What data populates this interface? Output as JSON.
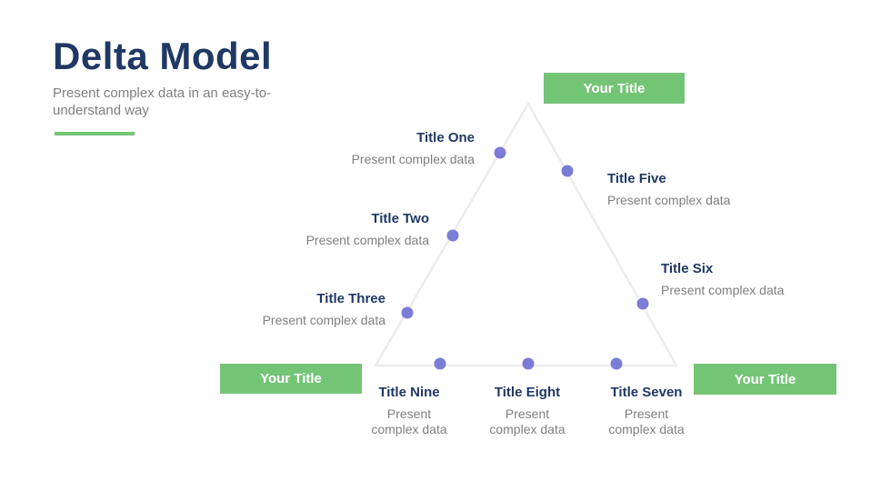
{
  "colors": {
    "navy": "#1F3864",
    "green": "#74C476",
    "gray": "#7F7F7F",
    "dot": "#7B7CD5",
    "line": "#ECECEC"
  },
  "header": {
    "title": "Delta Model",
    "subtitle": "Present complex data in an easy-to-understand way"
  },
  "placeholders": {
    "top": "Your Title",
    "bottom_left": "Your Title",
    "bottom_right": "Your Title"
  },
  "items": [
    {
      "title": "Title One",
      "desc": "Present complex data"
    },
    {
      "title": "Title Two",
      "desc": "Present complex data"
    },
    {
      "title": "Title Three",
      "desc": "Present complex data"
    },
    {
      "title": "Title Five",
      "desc": "Present complex data"
    },
    {
      "title": "Title Six",
      "desc": "Present complex data"
    },
    {
      "title": "Title Seven",
      "desc": "Present complex data"
    },
    {
      "title": "Title Eight",
      "desc": "Present complex data"
    },
    {
      "title": "Title Nine",
      "desc": "Present complex data"
    }
  ]
}
